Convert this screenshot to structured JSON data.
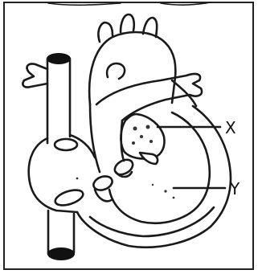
{
  "diagram": {
    "labels": [
      {
        "id": "x",
        "text": "X"
      },
      {
        "id": "y",
        "text": "Y"
      }
    ]
  }
}
